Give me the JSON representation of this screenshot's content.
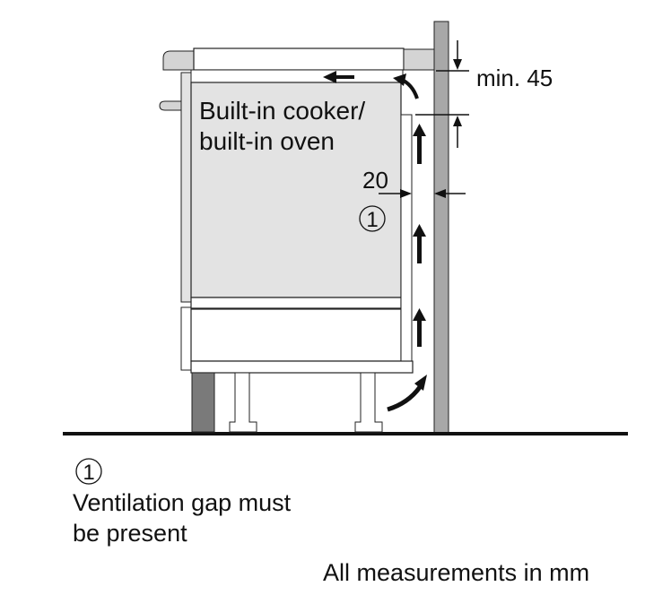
{
  "diagram": {
    "appliance_label_line1": "Built-in cooker/",
    "appliance_label_line2": "built-in oven",
    "clearance_top_label": "min. 45",
    "side_gap_label": "20",
    "marker_number": "1",
    "legend": {
      "marker_number": "1",
      "line1": "Ventilation gap must",
      "line2": "be present"
    },
    "units_note": "All measurements in mm",
    "colors": {
      "panel_light": "#e3e3e3",
      "hob_frame": "#d4d4d4",
      "wall": "#a8a8a8",
      "plinth": "#7a7a7a",
      "line": "#111111"
    }
  }
}
